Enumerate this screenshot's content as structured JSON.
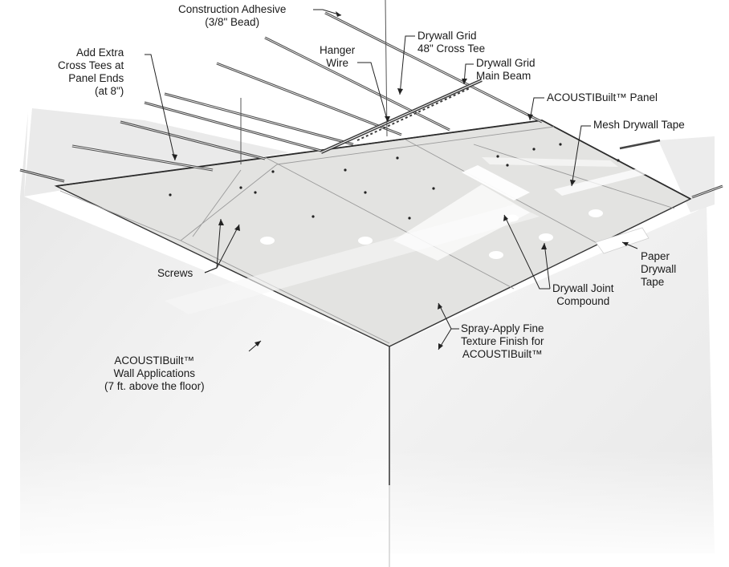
{
  "labels": {
    "construction_adhesive": [
      "Construction Adhesive",
      "(3/8\" Bead)"
    ],
    "add_extra_cross_tees": [
      "Add Extra",
      "Cross Tees at",
      "Panel Ends",
      "(at 8\")"
    ],
    "hanger_wire": [
      "Hanger",
      "Wire"
    ],
    "drywall_grid_cross_tee": [
      "Drywall Grid",
      "48\" Cross Tee"
    ],
    "drywall_grid_main_beam": [
      "Drywall Grid",
      "Main Beam"
    ],
    "acoustibuilt_panel": [
      "ACOUSTIBuilt™ Panel"
    ],
    "mesh_drywall_tape": [
      "Mesh Drywall Tape"
    ],
    "screws": [
      "Screws"
    ],
    "paper_drywall_tape": [
      "Paper",
      "Drywall",
      "Tape"
    ],
    "drywall_joint_compound": [
      "Drywall Joint",
      "Compound"
    ],
    "spray_apply_finish": [
      "Spray-Apply Fine",
      "Texture Finish for",
      "ACOUSTIBuilt™"
    ],
    "wall_applications": [
      "ACOUSTIBuilt™",
      "Wall Applications",
      "(7 ft. above the floor)"
    ]
  },
  "colors": {
    "panel": "#e4e4e2",
    "wall_left": "#ededed",
    "wall_right": "#f4f4f4",
    "outline": "#333333",
    "rail": "#4a4a4a",
    "tape": "#ffffff"
  }
}
